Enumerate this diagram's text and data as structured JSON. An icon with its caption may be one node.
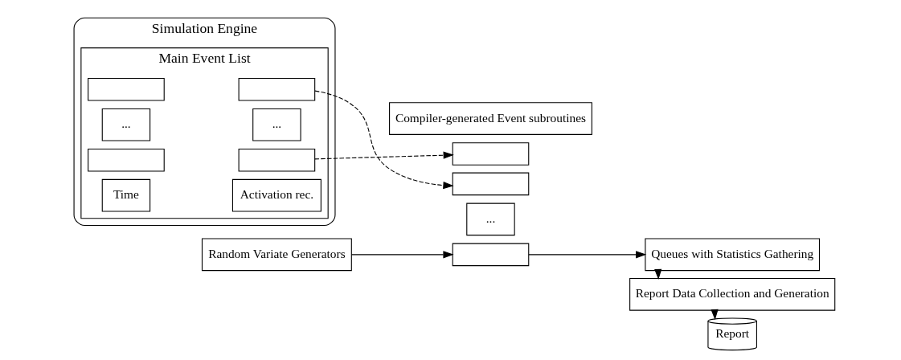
{
  "diagram": {
    "nodes": [
      {
        "text": [
          "Simulation Engine"
        ]
      },
      {
        "text": [
          "Main Event List"
        ],
        "in": 0
      },
      {
        "text": [
          "Time"
        ],
        "in": 1
      },
      {
        "text": [
          "Activation rec."
        ],
        "in": 1
      },
      {
        "text": [],
        "shape": "box",
        "in": 1
      },
      {
        "text": [],
        "shape": "box",
        "in": 1
      },
      {
        "text": [
          "..."
        ],
        "in": 1
      },
      {
        "text": [
          "..."
        ],
        "in": 1
      },
      {
        "text": [],
        "shape": "box",
        "in": 1
      },
      {
        "text": [],
        "shape": "box",
        "in": 1
      },
      {
        "text": [
          "Compiler-generated Event subroutines"
        ]
      },
      {
        "text": [],
        "shape": "box"
      },
      {
        "text": [],
        "shape": "box"
      },
      {
        "text": [
          "..."
        ]
      },
      {
        "text": [],
        "shape": "box"
      },
      {
        "text": [
          "Queues with Statistics Gathering"
        ]
      },
      {
        "text": [
          "Report Data Collection and Generation"
        ]
      },
      {
        "text": [
          "Report"
        ]
      },
      {
        "text": [
          "Random Variate Generators"
        ]
      }
    ],
    "edges": [
      {
        "from": 5,
        "to": 11,
        "arrow": "to",
        "style": "dashed"
      },
      {
        "from": 9,
        "to": 12,
        "arrow": "to",
        "style": "dashed"
      },
      {
        "from": 14,
        "to": 15,
        "arrow": "to"
      },
      {
        "from": 15,
        "to": 16,
        "arrow": "to"
      },
      {
        "from": 16,
        "to": 17,
        "arrow": "to"
      },
      {
        "from": 18,
        "to": 14,
        "arrow": "to"
      }
    ]
  }
}
